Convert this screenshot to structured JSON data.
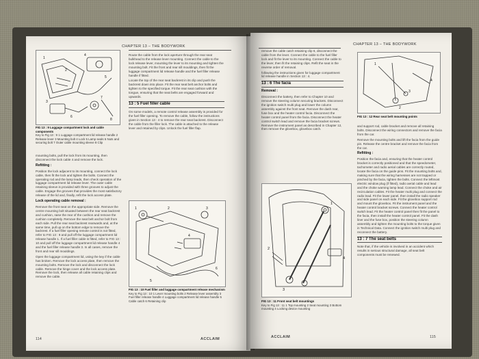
{
  "left_page": {
    "header": "CHAPTER 13 – THE BODYWORK",
    "figure1_caption": "FIG 13 : 9   Luggage compartment lock and cable components",
    "figure1_key": "Key to Fig 13 : 9   1 Luggage compartment lid release handle   2 Release lever   3 Mounting bolt   4 Lock   5 Lamp seals   6 Nuts and securing bolt   7 Outer cable mounting sleeve   8 Clip",
    "figure1_labels": [
      "1",
      "2",
      "3",
      "4",
      "5",
      "6",
      "7",
      "8"
    ],
    "col_a_cont": "mounting bolts, pull the lock from its mounting, then disconnect the lock cable 4 and remove the lock.",
    "refitting_heading": "Refitting :",
    "refitting_text": "Position the lock adjacent to its mounting, connect the lock cable, then fit the lock and tighten the bolts. Connect the operating rod and the lamp leads, then check operation of the luggage compartment lid release lever. The outer cable retaining sleeve is provided with three grooves to adjust the cable. Engage the grooves that provides the most satisfactory release of the lid and, finally, refit the lock access plate.",
    "lock_cable_heading": "Lock operating cable removal :",
    "lock_cable_text": "Remove the front seat on the appropriate side. Remove the centre mounting bolt situated between the rear seat backrest and cushion, raise the rear of the cushion and remove the cushion completely. Remove the seat belt anchor bolt from each side. Pull the rear seat backrest rearwards and, at the same time, pull up on the bottom edge to remove the backrest. If a fuel filler opening remote control is not fitted, refer to FIG 13 : 9 and pull off the luggage compartment lid release handle 1. If a fuel filler cable is fitted, refer to FIG 13 : 10 and pull off the luggage compartment lid release handle 4 and the fuel filler release handle 3. In all cases, remove the front and rear sill mouldings.",
    "open_lid_text": "Open the luggage compartment lid, using the key if the cable has broken. Remove the lock access plate, then remove the mounting bolts. Remove the lock and disconnect the lock cable. Remove the hinge cover and the lock access plate. Remove the lock, then release all cable retaining clips and remove the cable.",
    "col_b_text1": "Route the cable from the lock aperture through the rear seat bulkhead to the release lever mounting. Connect the cable to the lock release lever, mounting the lever to its mounting and tighten the mounting bolt. Fit the front and rear sill mouldings, then fit the luggage compartment lid release handle and the fuel filler release handle if fitted.",
    "col_b_text2": "Locate the top of the rear seat backrest in its clip and push the backrest down into place. Fit the rear seat belt anchor bolts and tighten to the specified torque. Fit the rear seat cushion with the tongue, ensuring that the seat belts are engaged forward and upwards.",
    "section": "13 : 5  Fuel filler cable",
    "section_text": "On some models, a remote control release assembly is provided for the fuel filler opening. To remove the cable, follow the instructions given in Section 13 : 4 to remove the rear seat backrest. Disconnect the cable from the filler lock. The cable is attached to the release lever and retained by clips. Unlock the fuel filler flap.",
    "figure2_caption": "FIG 13 : 10   Fuel filler and luggage compartment release mechanism",
    "figure2_key": "Key to Fig 13 : 10   1 Lever mounting bolts   2 Release lever assembly   3 Fuel filler release handle   4 Luggage compartment lid release handle   5 Cable catch   6 Retaining clip",
    "figure2_labels": [
      "1",
      "2",
      "3",
      "4",
      "5",
      "6"
    ],
    "page_number": "114",
    "footer_brand": "ACCLAIM"
  },
  "right_page": {
    "header": "CHAPTER 13 – THE BODYWORK",
    "top_text": "remove the cable catch retaining clip 6, disconnect the cable from the lever. Connect the cable to the fuel filler lock and fit the lever to its mounting. Connect the cable to the lever, then fit the retaining clips. Refit the seat in the reverse order of removal.",
    "top_text_ref": "following the instructions given for luggage compartment lid release handle in Section 13 : 4.",
    "section_facia": "13 : 6  The facia",
    "removal_heading": "Removal :",
    "removal_text": "Disconnect the battery, then refer to Chapter 10 and remove the steering column securing brackets. Disconnect the ignition switch multi plug and lower the column assembly against the front seat. Remove the dash rear, fuse box and the heater control facia. Disconnect the heater control panel from the facia. Disconnect the heater control switch lead and remove the facia bracket screws. Remove the instrument panel as described in Chapter 12, then remove the glovebox, glovebox catch.",
    "figure3_caption": "FIG 13 : 12   Rear seat belt mounting points",
    "figure3_labels": [
      "1",
      "2",
      "3",
      "4"
    ],
    "col_right_text1": "and support rod, cable bracket and remove all retaining bolts. Disconnect the wiring connectors and remove the facia from the car.",
    "col_right_text2": "Remove the mounting bolts and lift the facia from the guide pin. Release the centre bracket and remove the facia from the car.",
    "refitting_heading": "Refitting :",
    "refitting_text": "Position the facia and, ensuring that the heater control bracket is correctly positioned and that the speedometer, tachometer and radio aerial cables are correctly routed, locate the facia on the guide pins. Fit the mounting bolts and, making sure that the wiring harnesses are not trapped or pinched by the facia, tighten the bolts. Connect the leftmost electric window plug (if fitted), radio aerial cable and lead and the choke warning lamp lead. Connect the choke and air recirculation cables. Fit the heater multi plug and connect the radio lead. Fit the lower panel, then install the radio speaker and side panel on each side. Fit the glovebox support rod and mount the glovebox. Fit the instrument panel and the heater control bracket screws. Connect the heater control switch lead. Fit the heater control panel then fit the panel to the facia, then install the heater control panel. Fit the dash liner and the fuse box, position the steering column assembly and tighten the mounting bolts to the torque given in Technical Data. Connect the ignition switch multi plug and reconnect the battery.",
    "section_belts": "13 : 7  The seat belts",
    "belts_text": "Note that, if the vehicle is involved in an accident which results in serious structural damage, all seat belt components must be renewed.",
    "figure4_caption": "FIG 13 : 11   Front seat belt mountings",
    "figure4_key": "Key to Fig 13 : 11   1 Top mounting   2 Seat mounting   3 Bottom mounting   4 Locking device mounting",
    "figure4_labels": [
      "1",
      "2",
      "3",
      "4"
    ],
    "page_number": "115",
    "footer_brand": "ACCLAIM"
  }
}
